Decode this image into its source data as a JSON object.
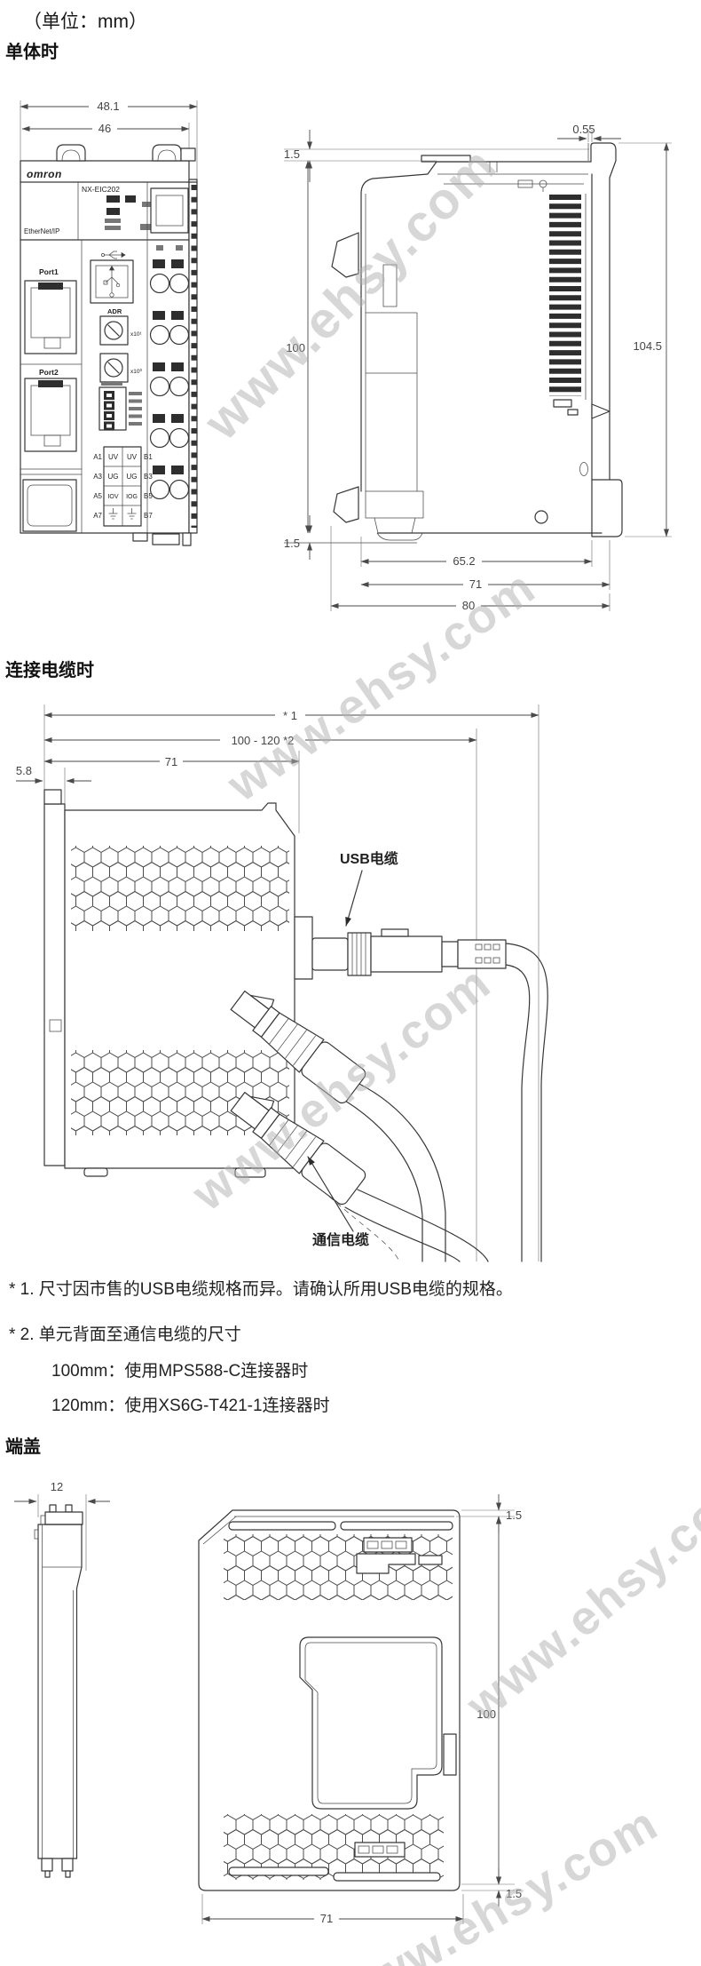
{
  "page": {
    "unit_label": "（单位：mm）",
    "watermark": "www.ehsy.com"
  },
  "single_unit": {
    "heading": "单体时",
    "front": {
      "brand": "omron",
      "model": "NX-EIC202",
      "bus": "EtherNet/IP",
      "port1": "Port1",
      "port2": "Port2",
      "adr": "ADR",
      "x10_1": "x10¹",
      "x10_0": "x10⁰",
      "terminal_rows": [
        [
          "A1",
          "UV",
          "UV",
          "B1"
        ],
        [
          "A3",
          "UG",
          "UG",
          "B3"
        ],
        [
          "A5",
          "IOV",
          "IOG",
          "B5"
        ]
      ],
      "row4": {
        "a": "A7",
        "b": "B7"
      },
      "dim_width_overall": "48.1",
      "dim_width_body": "46"
    },
    "side": {
      "dim_top": "1.5",
      "dim_lip": "0.55",
      "dim_height": "100",
      "dim_height_overall": "104.5",
      "dim_bottom": "1.5",
      "dim_depth_body": "65.2",
      "dim_depth_rail": "71",
      "dim_depth_overall": "80"
    }
  },
  "cables": {
    "heading": "连接电缆时",
    "dim_overall": "* 1",
    "dim_comm": "100 - 120 *2",
    "dim_body": "71",
    "dim_back": "5.8",
    "usb_label": "USB电缆",
    "comm_label": "通信电缆",
    "note1": "* 1. 尺寸因市售的USB电缆规格而异。请确认所用USB电缆的规格。",
    "note2": "* 2. 单元背面至通信电缆的尺寸",
    "note2_item1": "100mm：使用MPS588-C连接器时",
    "note2_item2": "120mm：使用XS6G-T421-1连接器时"
  },
  "end_cover": {
    "heading": "端盖",
    "dim_width": "12",
    "dim_top": "1.5",
    "dim_height": "100",
    "dim_bottom": "1.5",
    "dim_depth": "71"
  }
}
